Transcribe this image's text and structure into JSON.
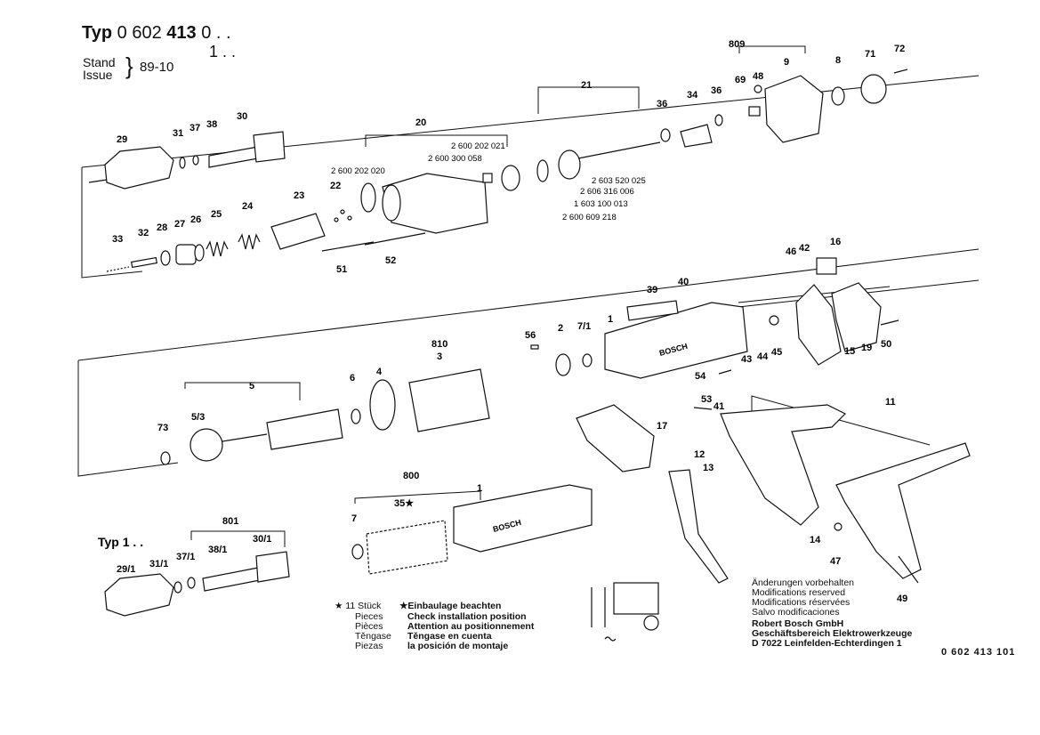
{
  "header": {
    "typ_prefix": "Typ",
    "typ_number_light": "0 602",
    "typ_number_bold": "413",
    "typ_suffix": "0 . .",
    "typ_alt_suffix": "1 . .",
    "stand_label": "Stand",
    "issue_label": "Issue",
    "brace": "}",
    "stand_value": "89-10"
  },
  "typ1_label": "Typ 1 . .",
  "part_numbers": {
    "pn_202021": "2 600 202 021",
    "pn_202020": "2 600 202 020",
    "pn_300058": "2 600 300 058",
    "pn_520025": "2 603 520 025",
    "pn_316006": "2 606 316 006",
    "pn_100013": "1 603 100 013",
    "pn_609218": "2 600 609 218"
  },
  "callouts": [
    "809",
    "72",
    "71",
    "8",
    "9",
    "48",
    "69",
    "36",
    "34",
    "36",
    "21",
    "20",
    "29",
    "31",
    "37",
    "38",
    "30",
    "22",
    "23",
    "33",
    "32",
    "28",
    "27",
    "26",
    "25",
    "24",
    "51",
    "52",
    "46",
    "42",
    "16",
    "40",
    "39",
    "1",
    "7/1",
    "2",
    "56",
    "810",
    "3",
    "54",
    "43",
    "44",
    "45",
    "15",
    "19",
    "50",
    "5",
    "5/3",
    "6",
    "4",
    "73",
    "53",
    "41",
    "11",
    "17",
    "12",
    "13",
    "800",
    "35★",
    "1",
    "7",
    "801",
    "38/1",
    "30/1",
    "37/1",
    "31/1",
    "29/1",
    "14",
    "47",
    "49"
  ],
  "notes": {
    "count_line": "★ 11 Stück",
    "pieces_en": "Pieces",
    "pieces_fr": "Pièces",
    "pieces_it": "Těngase",
    "pieces_es": "Piezas",
    "install_de": "★Einbaulage beachten",
    "install_en": "Check installation position",
    "install_fr": "Attention au positionnement",
    "install_it": "Těngase en cuenta",
    "install_es": "la posición de montaje",
    "pieces_col": [
      "Pieces",
      "Pièces",
      "Piezas"
    ],
    "install_col": [
      "Check installation position",
      "Attention au positionnement",
      "Těngase en cuenta",
      "la posición de montaje"
    ]
  },
  "legal": {
    "l1": "Änderungen vorbehalten",
    "l2": "Modifications reserved",
    "l3": "Modifications réservées",
    "l4": "Salvo modificaciones",
    "l5": "Robert Bosch GmbH",
    "l6": "Geschäftsbereich Elektrowerkzeuge",
    "l7": "D 7022 Leinfelden-Echterdingen 1"
  },
  "footer_id": "0 602 413 101",
  "brand": "BOSCH",
  "colors": {
    "ink": "#111111",
    "paper": "#ffffff"
  }
}
